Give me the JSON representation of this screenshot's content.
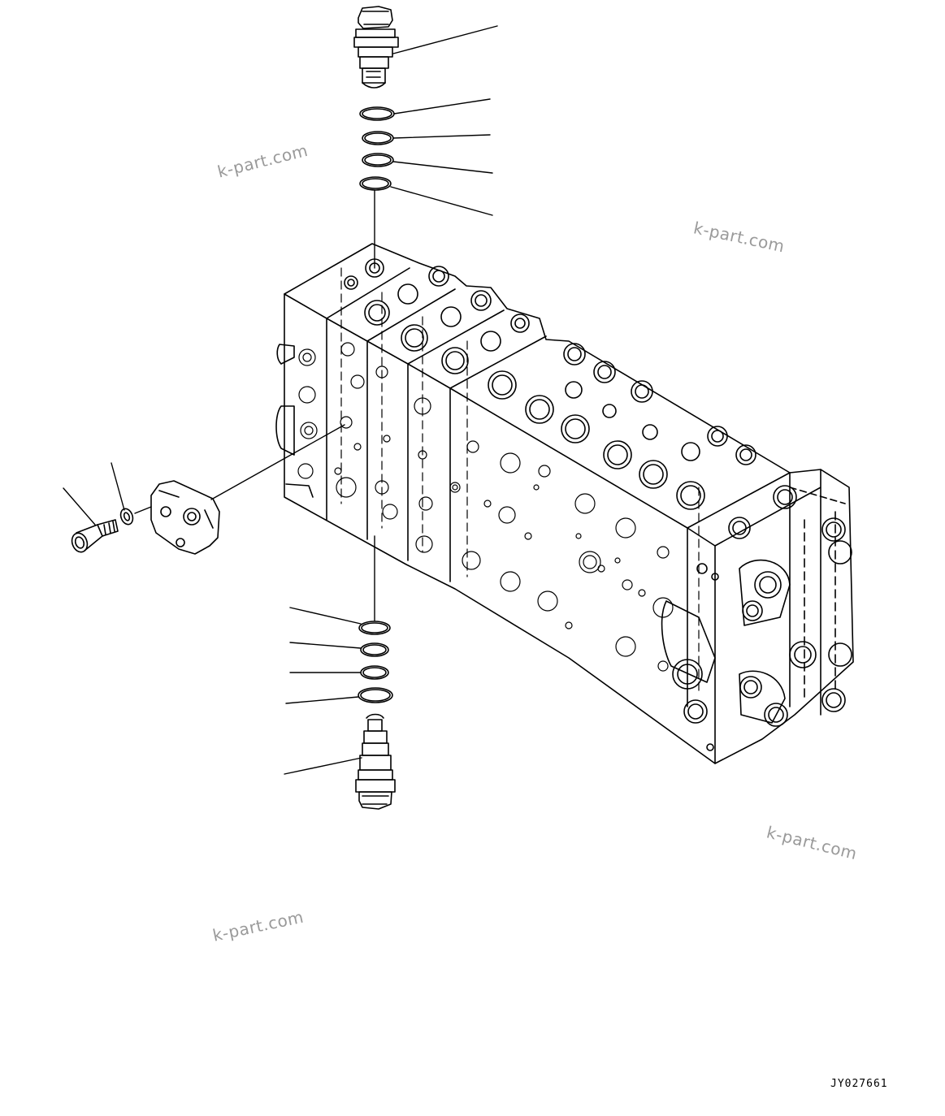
{
  "watermarks": [
    "k-part.com",
    "k-part.com",
    "k-part.com",
    "k-part.com"
  ],
  "drawing_id": "JY027661",
  "callouts": [
    {
      "part": "relief-valve-upper"
    },
    {
      "part": "o-ring-upper-1"
    },
    {
      "part": "o-ring-upper-2"
    },
    {
      "part": "o-ring-upper-3"
    },
    {
      "part": "o-ring-upper-4"
    },
    {
      "part": "bolt"
    },
    {
      "part": "washer"
    },
    {
      "part": "o-ring-lower-1"
    },
    {
      "part": "o-ring-lower-2"
    },
    {
      "part": "o-ring-lower-3"
    },
    {
      "part": "o-ring-lower-4"
    },
    {
      "part": "relief-valve-lower"
    }
  ]
}
